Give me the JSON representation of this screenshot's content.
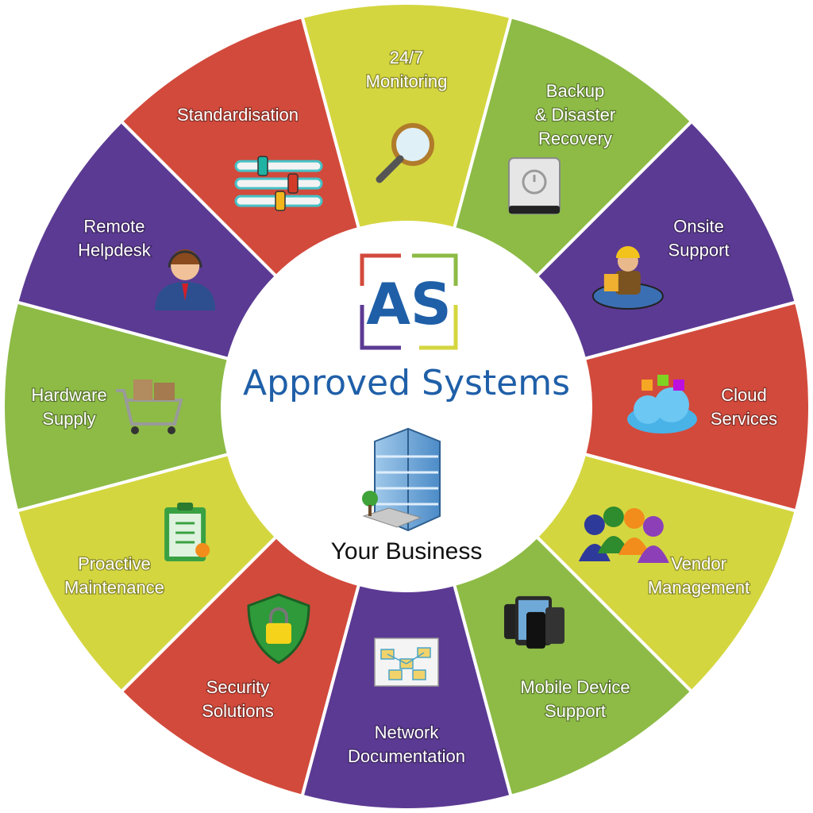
{
  "brand": {
    "mark": "AS",
    "name": "Approved Systems",
    "caption": "Your Business"
  },
  "colors": {
    "red": "#d24a3c",
    "lime": "#d4d640",
    "green": "#8dbb46",
    "purple": "#5b3a93",
    "ring_border": "#ffffff",
    "brand_blue": "#1f5fa8"
  },
  "segments": [
    {
      "lines": [
        "24/7",
        "Monitoring"
      ],
      "color": "lime",
      "icon": "magnifier-icon"
    },
    {
      "lines": [
        "Backup",
        "& Disaster",
        "Recovery"
      ],
      "color": "green",
      "icon": "hard-drive-icon"
    },
    {
      "lines": [
        "Onsite",
        "Support"
      ],
      "color": "purple",
      "icon": "technician-icon"
    },
    {
      "lines": [
        "Cloud",
        "Services"
      ],
      "color": "red",
      "icon": "cloud-icon"
    },
    {
      "lines": [
        "Vendor",
        "Management"
      ],
      "color": "lime",
      "icon": "people-group-icon"
    },
    {
      "lines": [
        "Mobile Device",
        "Support"
      ],
      "color": "green",
      "icon": "mobile-devices-icon"
    },
    {
      "lines": [
        "Network",
        "Documentation"
      ],
      "color": "purple",
      "icon": "network-diagram-icon"
    },
    {
      "lines": [
        "Security",
        "Solutions"
      ],
      "color": "red",
      "icon": "shield-lock-icon"
    },
    {
      "lines": [
        "Proactive",
        "Maintenance"
      ],
      "color": "lime",
      "icon": "clipboard-icon"
    },
    {
      "lines": [
        "Hardware",
        "Supply"
      ],
      "color": "green",
      "icon": "shopping-cart-icon"
    },
    {
      "lines": [
        "Remote",
        "Helpdesk"
      ],
      "color": "purple",
      "icon": "helpdesk-agent-icon"
    },
    {
      "lines": [
        "Standardisation"
      ],
      "color": "red",
      "icon": "sliders-icon"
    }
  ]
}
